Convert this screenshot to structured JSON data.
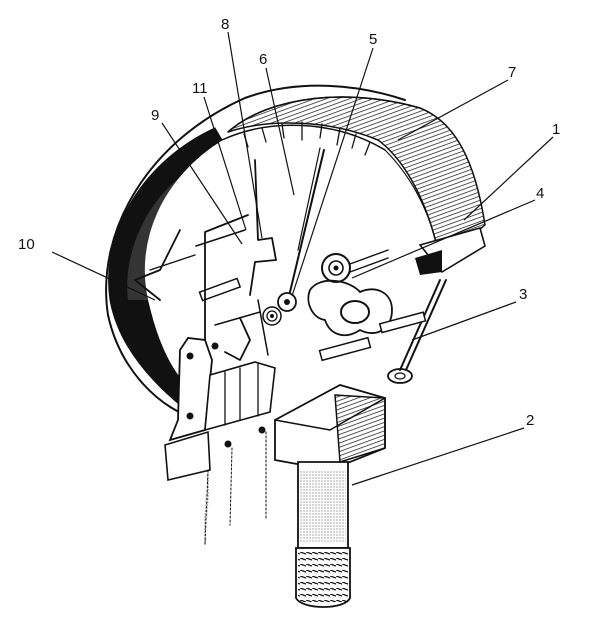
{
  "diagram": {
    "subject": "cutaway of a pressure gauge mechanism",
    "colors": {
      "ink": "#111111",
      "paper": "#ffffff"
    },
    "labels": [
      {
        "id": "1",
        "text": "1"
      },
      {
        "id": "2",
        "text": "2"
      },
      {
        "id": "3",
        "text": "3"
      },
      {
        "id": "4",
        "text": "4"
      },
      {
        "id": "5",
        "text": "5"
      },
      {
        "id": "6",
        "text": "6"
      },
      {
        "id": "7",
        "text": "7"
      },
      {
        "id": "8",
        "text": "8"
      },
      {
        "id": "9",
        "text": "9"
      },
      {
        "id": "10",
        "text": "10"
      },
      {
        "id": "11",
        "text": "11"
      }
    ]
  }
}
